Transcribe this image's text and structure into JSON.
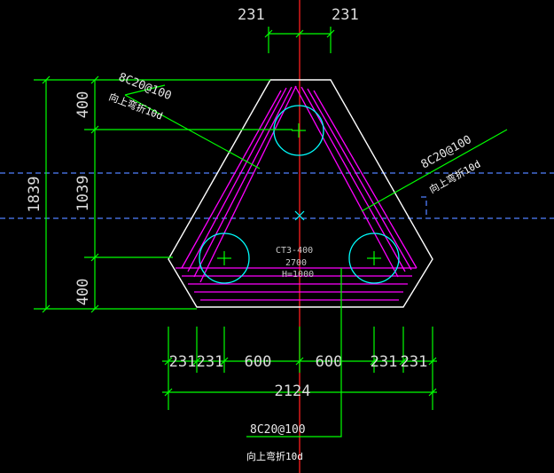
{
  "drawing": {
    "top_dims": [
      "231",
      "231"
    ],
    "left_dims": {
      "overall": "1839",
      "top": "400",
      "middle": "1039",
      "bottom": "400"
    },
    "bottom_dims": [
      "231",
      "231",
      "600",
      "600",
      "231",
      "231"
    ],
    "bottom_total": "2124",
    "pile_cap": {
      "id": "CT3-400",
      "size": "2700",
      "height": "H=1000"
    },
    "rebar_callouts": [
      {
        "spec": "8C20@100",
        "note": "向上弯折10d"
      },
      {
        "spec": "8C20@100",
        "note": "向上弯折10d"
      },
      {
        "spec": "8C20@100",
        "note": "向上弯折10d"
      }
    ],
    "colors": {
      "background": "#000000",
      "dimension_lines": "#00ff00",
      "outline": "#ffffff",
      "rebar": "#ff00ff",
      "piles": "#00ffff",
      "axis": "#ff0000",
      "hidden_lines": "#4f7fff"
    }
  }
}
